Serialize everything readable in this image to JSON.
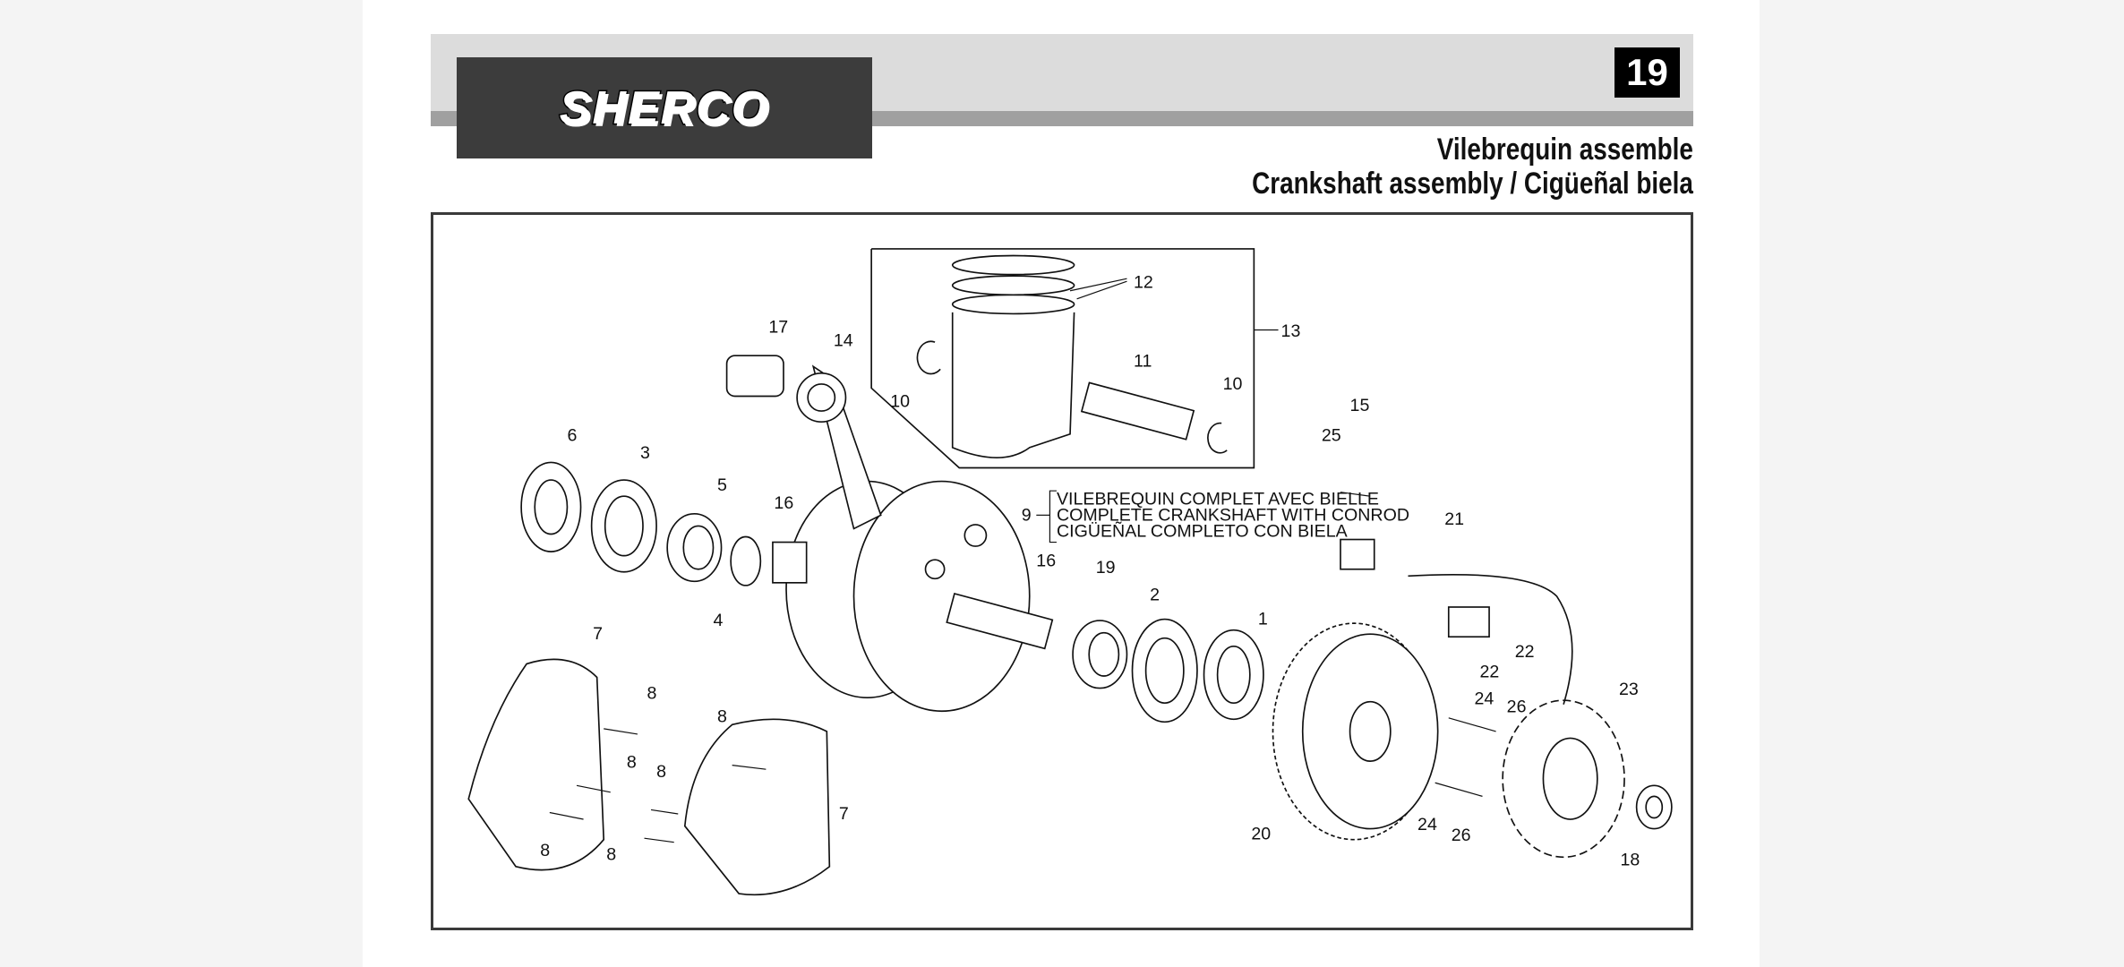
{
  "header": {
    "brand": "SHERCO",
    "page_number": "19",
    "title_fr": "Vilebrequin assemble",
    "title_en_es": "Crankshaft assembly / Cigüeñal biela"
  },
  "diagram": {
    "note_lines": [
      "VILEBREQUIN COMPLET AVEC BIELLE",
      "COMPLETE CRANKSHAFT WITH CONROD",
      "CIGÜEÑAL COMPLETO CON BIELA"
    ],
    "callouts": [
      "12",
      "13",
      "17",
      "14",
      "10",
      "11",
      "10",
      "15",
      "25",
      "6",
      "3",
      "5",
      "16",
      "9",
      "21",
      "16",
      "19",
      "2",
      "4",
      "1",
      "22",
      "22",
      "7",
      "8",
      "8",
      "24",
      "26",
      "23",
      "8",
      "8",
      "7",
      "24",
      "26",
      "20",
      "8",
      "8",
      "18"
    ]
  }
}
